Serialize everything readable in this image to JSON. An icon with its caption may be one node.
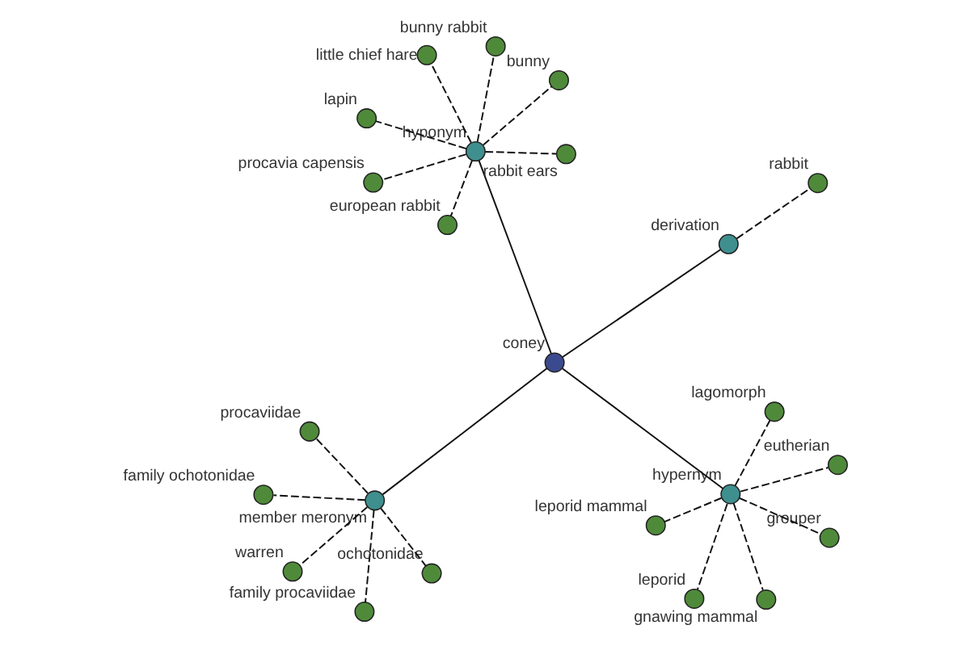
{
  "diagram": {
    "nodes": [
      {
        "text": [
          "coney"
        ]
      },
      {
        "text": [
          "member meronym"
        ]
      },
      {
        "text": [
          "family procaviidae"
        ]
      },
      {
        "text": [
          "procaviidae"
        ]
      },
      {
        "text": [
          "ochotonidae"
        ]
      },
      {
        "text": [
          "family ochotonidae"
        ]
      },
      {
        "text": [
          "warren"
        ]
      },
      {
        "text": [
          "hypernym"
        ]
      },
      {
        "text": [
          "leporid"
        ]
      },
      {
        "text": [
          "grouper"
        ]
      },
      {
        "text": [
          "gnawing mammal"
        ]
      },
      {
        "text": [
          "leporid mammal"
        ]
      },
      {
        "text": [
          "eutherian"
        ]
      },
      {
        "text": [
          "lagomorph"
        ]
      },
      {
        "text": [
          "derivation"
        ]
      },
      {
        "text": [
          "rabbit"
        ]
      },
      {
        "text": [
          "hyponym"
        ]
      },
      {
        "text": [
          "bunny rabbit"
        ]
      },
      {
        "text": [
          "lapin"
        ]
      },
      {
        "text": [
          "little chief hare"
        ]
      },
      {
        "text": [
          "european rabbit"
        ]
      },
      {
        "text": [
          "procavia capensis"
        ]
      },
      {
        "text": [
          "rabbit ears"
        ]
      },
      {
        "text": [
          "bunny"
        ]
      }
    ],
    "edges": [
      {
        "from": 0,
        "to": 1,
        "arrow": "none"
      },
      {
        "from": 0,
        "to": 7,
        "arrow": "none"
      },
      {
        "from": 0,
        "to": 14,
        "arrow": "none"
      },
      {
        "from": 0,
        "to": 16,
        "arrow": "none"
      },
      {
        "from": 1,
        "to": 2,
        "arrow": "none",
        "style": "dashed"
      },
      {
        "from": 1,
        "to": 3,
        "arrow": "none",
        "style": "dashed"
      },
      {
        "from": 1,
        "to": 4,
        "arrow": "none",
        "style": "dashed"
      },
      {
        "from": 1,
        "to": 5,
        "arrow": "none",
        "style": "dashed"
      },
      {
        "from": 1,
        "to": 6,
        "arrow": "none",
        "style": "dashed"
      },
      {
        "from": 7,
        "to": 8,
        "arrow": "none",
        "style": "dashed"
      },
      {
        "from": 7,
        "to": 9,
        "arrow": "none",
        "style": "dashed"
      },
      {
        "from": 7,
        "to": 10,
        "arrow": "none",
        "style": "dashed"
      },
      {
        "from": 7,
        "to": 11,
        "arrow": "none",
        "style": "dashed"
      },
      {
        "from": 7,
        "to": 12,
        "arrow": "none",
        "style": "dashed"
      },
      {
        "from": 7,
        "to": 13,
        "arrow": "none",
        "style": "dashed"
      },
      {
        "from": 14,
        "to": 15,
        "arrow": "none",
        "style": "dashed"
      },
      {
        "from": 16,
        "to": 17,
        "arrow": "none",
        "style": "dashed"
      },
      {
        "from": 16,
        "to": 18,
        "arrow": "none",
        "style": "dashed"
      },
      {
        "from": 16,
        "to": 19,
        "arrow": "none",
        "style": "dashed"
      },
      {
        "from": 16,
        "to": 20,
        "arrow": "none",
        "style": "dashed"
      },
      {
        "from": 16,
        "to": 21,
        "arrow": "none",
        "style": "dashed"
      },
      {
        "from": 16,
        "to": 22,
        "arrow": "none",
        "style": "dashed"
      },
      {
        "from": 16,
        "to": 23,
        "arrow": "none",
        "style": "dashed"
      }
    ]
  }
}
